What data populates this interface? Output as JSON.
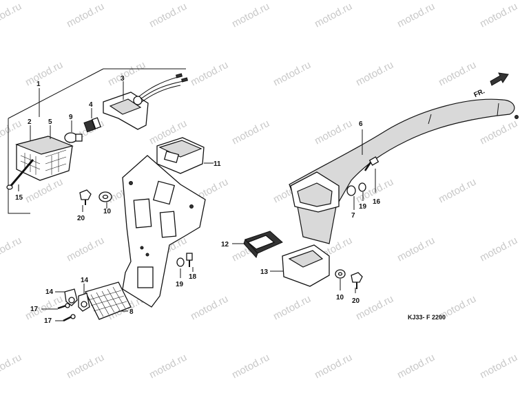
{
  "watermark": {
    "text": "motod.ru"
  },
  "diagram": {
    "code": "KJ33- F 2200",
    "direction_label": "FR."
  },
  "callouts": [
    {
      "id": "c1",
      "label": "1"
    },
    {
      "id": "c2",
      "label": "2"
    },
    {
      "id": "c3",
      "label": "3"
    },
    {
      "id": "c4",
      "label": "4"
    },
    {
      "id": "c5",
      "label": "5"
    },
    {
      "id": "c6",
      "label": "6"
    },
    {
      "id": "c7",
      "label": "7"
    },
    {
      "id": "c8",
      "label": "8"
    },
    {
      "id": "c9",
      "label": "9"
    },
    {
      "id": "c10a",
      "label": "10"
    },
    {
      "id": "c10b",
      "label": "10"
    },
    {
      "id": "c11",
      "label": "11"
    },
    {
      "id": "c12",
      "label": "12"
    },
    {
      "id": "c13",
      "label": "13"
    },
    {
      "id": "c14a",
      "label": "14"
    },
    {
      "id": "c14b",
      "label": "14"
    },
    {
      "id": "c15",
      "label": "15"
    },
    {
      "id": "c16",
      "label": "16"
    },
    {
      "id": "c17a",
      "label": "17"
    },
    {
      "id": "c17b",
      "label": "17"
    },
    {
      "id": "c18",
      "label": "18"
    },
    {
      "id": "c19a",
      "label": "19"
    },
    {
      "id": "c19b",
      "label": "19"
    },
    {
      "id": "c20a",
      "label": "20"
    },
    {
      "id": "c20b",
      "label": "20"
    }
  ]
}
